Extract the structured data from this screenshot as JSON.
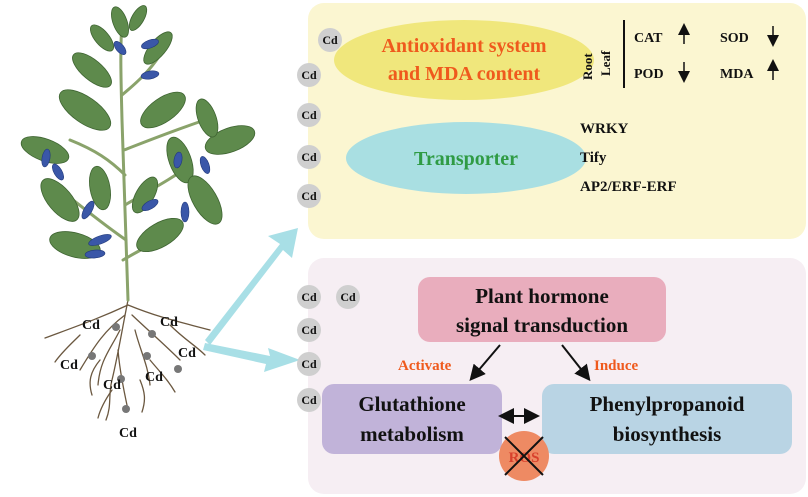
{
  "cd_label": "Cd",
  "top_panel": {
    "antioxidant_line1": "Antioxidant system",
    "antioxidant_line2": "and MDA content",
    "root_label": "Root",
    "leaf_label": "Leaf",
    "cat": "CAT",
    "sod": "SOD",
    "pod": "POD",
    "mda": "MDA",
    "transporter": "Transporter",
    "tf1": "WRKY",
    "tf2": "Tify",
    "tf3": "AP2/ERF-ERF"
  },
  "bottom_panel": {
    "hormone_line1": "Plant hormone",
    "hormone_line2": "signal transduction",
    "activate": "Activate",
    "induce": "Induce",
    "glut_line1": "Glutathione",
    "glut_line2": "metabolism",
    "phenyl_line1": "Phenylpropanoid",
    "phenyl_line2": "biosynthesis",
    "ros": "ROS"
  },
  "colors": {
    "top_bg": "#fbf6d1",
    "bottom_bg": "#f6eef3",
    "yellow_ellipse": "#f0e77c",
    "cyan_ellipse": "#a9dfe2",
    "pink_box": "#e9adbd",
    "purple_box": "#c1b3d9",
    "blue_box": "#b9d4e4",
    "ros_circle": "#ee8a63",
    "orange_text": "#ef5a1d",
    "green_text": "#2f9b44",
    "arrow_cyan": "#a8dfe6"
  }
}
